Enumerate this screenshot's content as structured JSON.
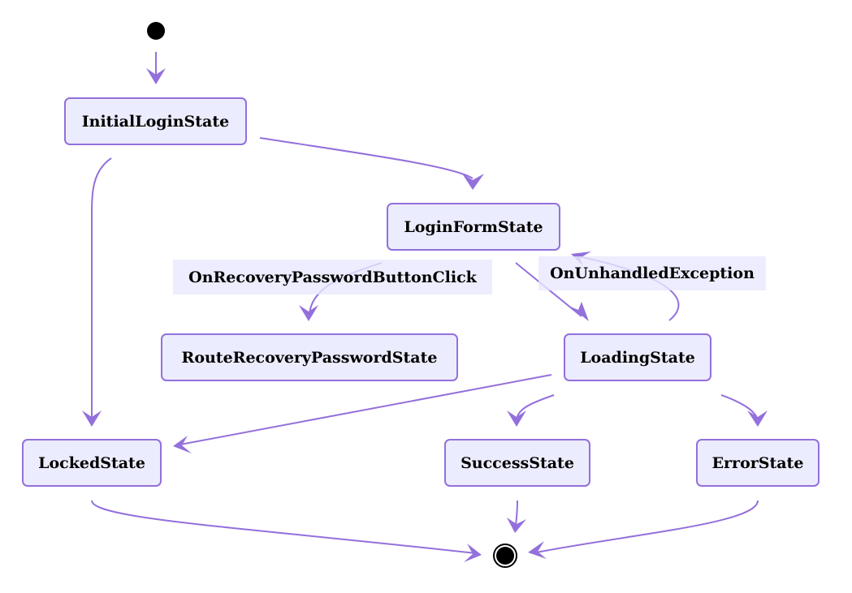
{
  "diagram": {
    "type": "state-diagram",
    "colors": {
      "node_fill": "#ececff",
      "node_border": "#9370db",
      "edge": "#9370db",
      "label_bg": "#e8e8ff",
      "text": "#000000"
    },
    "states": {
      "initial_login": "InitialLoginState",
      "login_form": "LoginFormState",
      "route_recovery": "RouteRecoveryPasswordState",
      "loading": "LoadingState",
      "locked": "LockedState",
      "success": "SuccessState",
      "error": "ErrorState"
    },
    "transition_labels": {
      "recovery": "OnRecoveryPasswordButtonClick",
      "unhandled": "OnUnhandledException"
    },
    "transitions": [
      {
        "from": "start",
        "to": "InitialLoginState"
      },
      {
        "from": "InitialLoginState",
        "to": "LoginFormState"
      },
      {
        "from": "InitialLoginState",
        "to": "LockedState"
      },
      {
        "from": "LoginFormState",
        "to": "RouteRecoveryPasswordState",
        "label": "OnRecoveryPasswordButtonClick"
      },
      {
        "from": "LoginFormState",
        "to": "LoadingState"
      },
      {
        "from": "LoadingState",
        "to": "LoginFormState",
        "label": "OnUnhandledException"
      },
      {
        "from": "LoadingState",
        "to": "LockedState"
      },
      {
        "from": "LoadingState",
        "to": "SuccessState"
      },
      {
        "from": "LoadingState",
        "to": "ErrorState"
      },
      {
        "from": "LockedState",
        "to": "end"
      },
      {
        "from": "SuccessState",
        "to": "end"
      },
      {
        "from": "ErrorState",
        "to": "end"
      }
    ]
  }
}
